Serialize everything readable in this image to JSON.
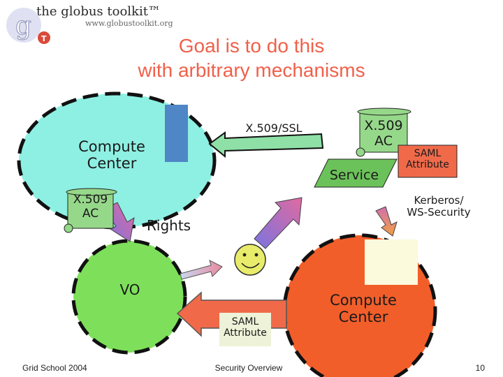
{
  "header": {
    "logo_name": "the globus toolkit™",
    "logo_url": "www.globustoolkit.org"
  },
  "title": {
    "line1": "Goal is to do this",
    "line2": "with arbitrary mechanisms"
  },
  "diagram": {
    "compute_center_top": {
      "line1": "Compute",
      "line2": "Center"
    },
    "x509_ac_left": {
      "line1": "X.509",
      "line2": "AC"
    },
    "x509_ac_top": {
      "line1": "X.509",
      "line2": "AC"
    },
    "x509_ssl": "X.509/SSL",
    "service": "Service",
    "saml_attribute_top": {
      "line1": "SAML",
      "line2": "Attribute"
    },
    "kerberos": {
      "line1": "Kerberos/",
      "line2": "WS-Security"
    },
    "rights": "Rights",
    "vo": "VO",
    "saml_attribute_bottom": {
      "line1": "SAML",
      "line2": "Attribute"
    },
    "compute_center_bottom": {
      "line1": "Compute",
      "line2": "Center"
    }
  },
  "footer": {
    "left": "Grid School 2004",
    "center": "Security Overview",
    "page_number": "10"
  },
  "colors": {
    "title": "#f0604a",
    "compute_center_top": "#8ef0e2",
    "vo": "#7ee05a",
    "compute_center_bottom": "#f25e2a",
    "scroll": "#96d88a",
    "service": "#6cc25a",
    "saml_box": "#f06a4a",
    "blue_card": "#4f86c6",
    "arrow_green": "#8fe0a6"
  }
}
